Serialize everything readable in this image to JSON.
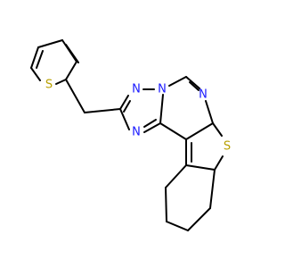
{
  "atoms": {
    "S_thiophene": "S",
    "N_triazole_top": "N",
    "N_bridge": "N",
    "N_triazole_bottom": "N",
    "N_pyrimidine": "N",
    "S_fused": "S"
  },
  "colors": {
    "sulfur": "#b8a000",
    "nitrogen": "#1a1aff",
    "bond": "#000000",
    "background": "#ffffff"
  }
}
